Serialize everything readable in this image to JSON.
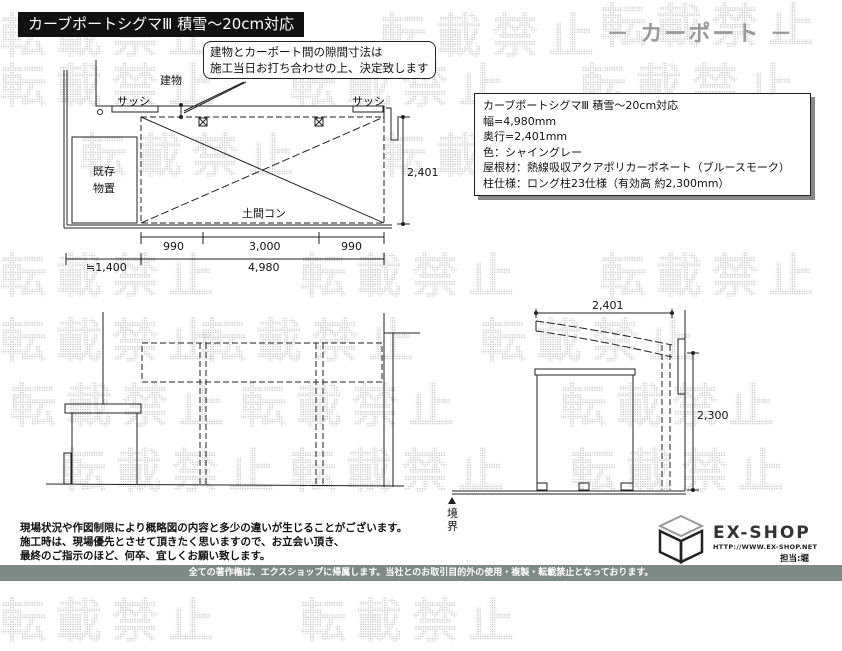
{
  "header": {
    "title": "カーブポートシグマⅢ 積雪～20cm対応",
    "brand": "－ カーポート －"
  },
  "watermark": {
    "text": "転載禁止"
  },
  "plan_view": {
    "callout": {
      "line1": "建物とカーポート間の隙間寸法は",
      "line2": "施工当日お打ち合わせの上、決定致します"
    },
    "labels": {
      "building": "建物",
      "sash_left": "サッシ",
      "sash_right": "サッシ",
      "storage_line1": "既存",
      "storage_line2": "物置",
      "floor": "土間コン"
    },
    "dimensions": {
      "depth": "2,401",
      "span_left": "990",
      "span_center": "3,000",
      "span_right": "990",
      "offset": "≒1,400",
      "total_width": "4,980"
    }
  },
  "spec_box": {
    "lines": [
      "カーブポートシグマⅢ 積雪～20cm対応",
      "幅=4,980mm",
      "奥行=2,401mm",
      "色：シャイングレー",
      "屋根材：熱線吸収アクアポリカーボネート（ブルースモーク）",
      "柱仕様：ロング柱23仕様（有効高 約2,300mm）"
    ]
  },
  "side_view": {
    "dimensions": {
      "depth": "2,401",
      "height": "2,300"
    },
    "boundary_label_1": "境",
    "boundary_label_2": "界"
  },
  "disclaimer": {
    "line1": "現場状況や作図制限により概略図の内容と多少の違いが生じることがございます。",
    "line2": "施工時は、現場優先とさせて頂きたく思いますので、お立会い頂き、",
    "line3": "最終のご指示のほど、何卒、宜しくお願い致します。"
  },
  "logo": {
    "name": "EX-SHOP",
    "url": "HTTP://WWW.EX-SHOP.NET",
    "staff": "担当:堀"
  },
  "footer": {
    "copyright": "全ての著作権は、エクスショップに帰属します。当社とのお取引目的外の使用・複製・転載禁止となっております。"
  }
}
